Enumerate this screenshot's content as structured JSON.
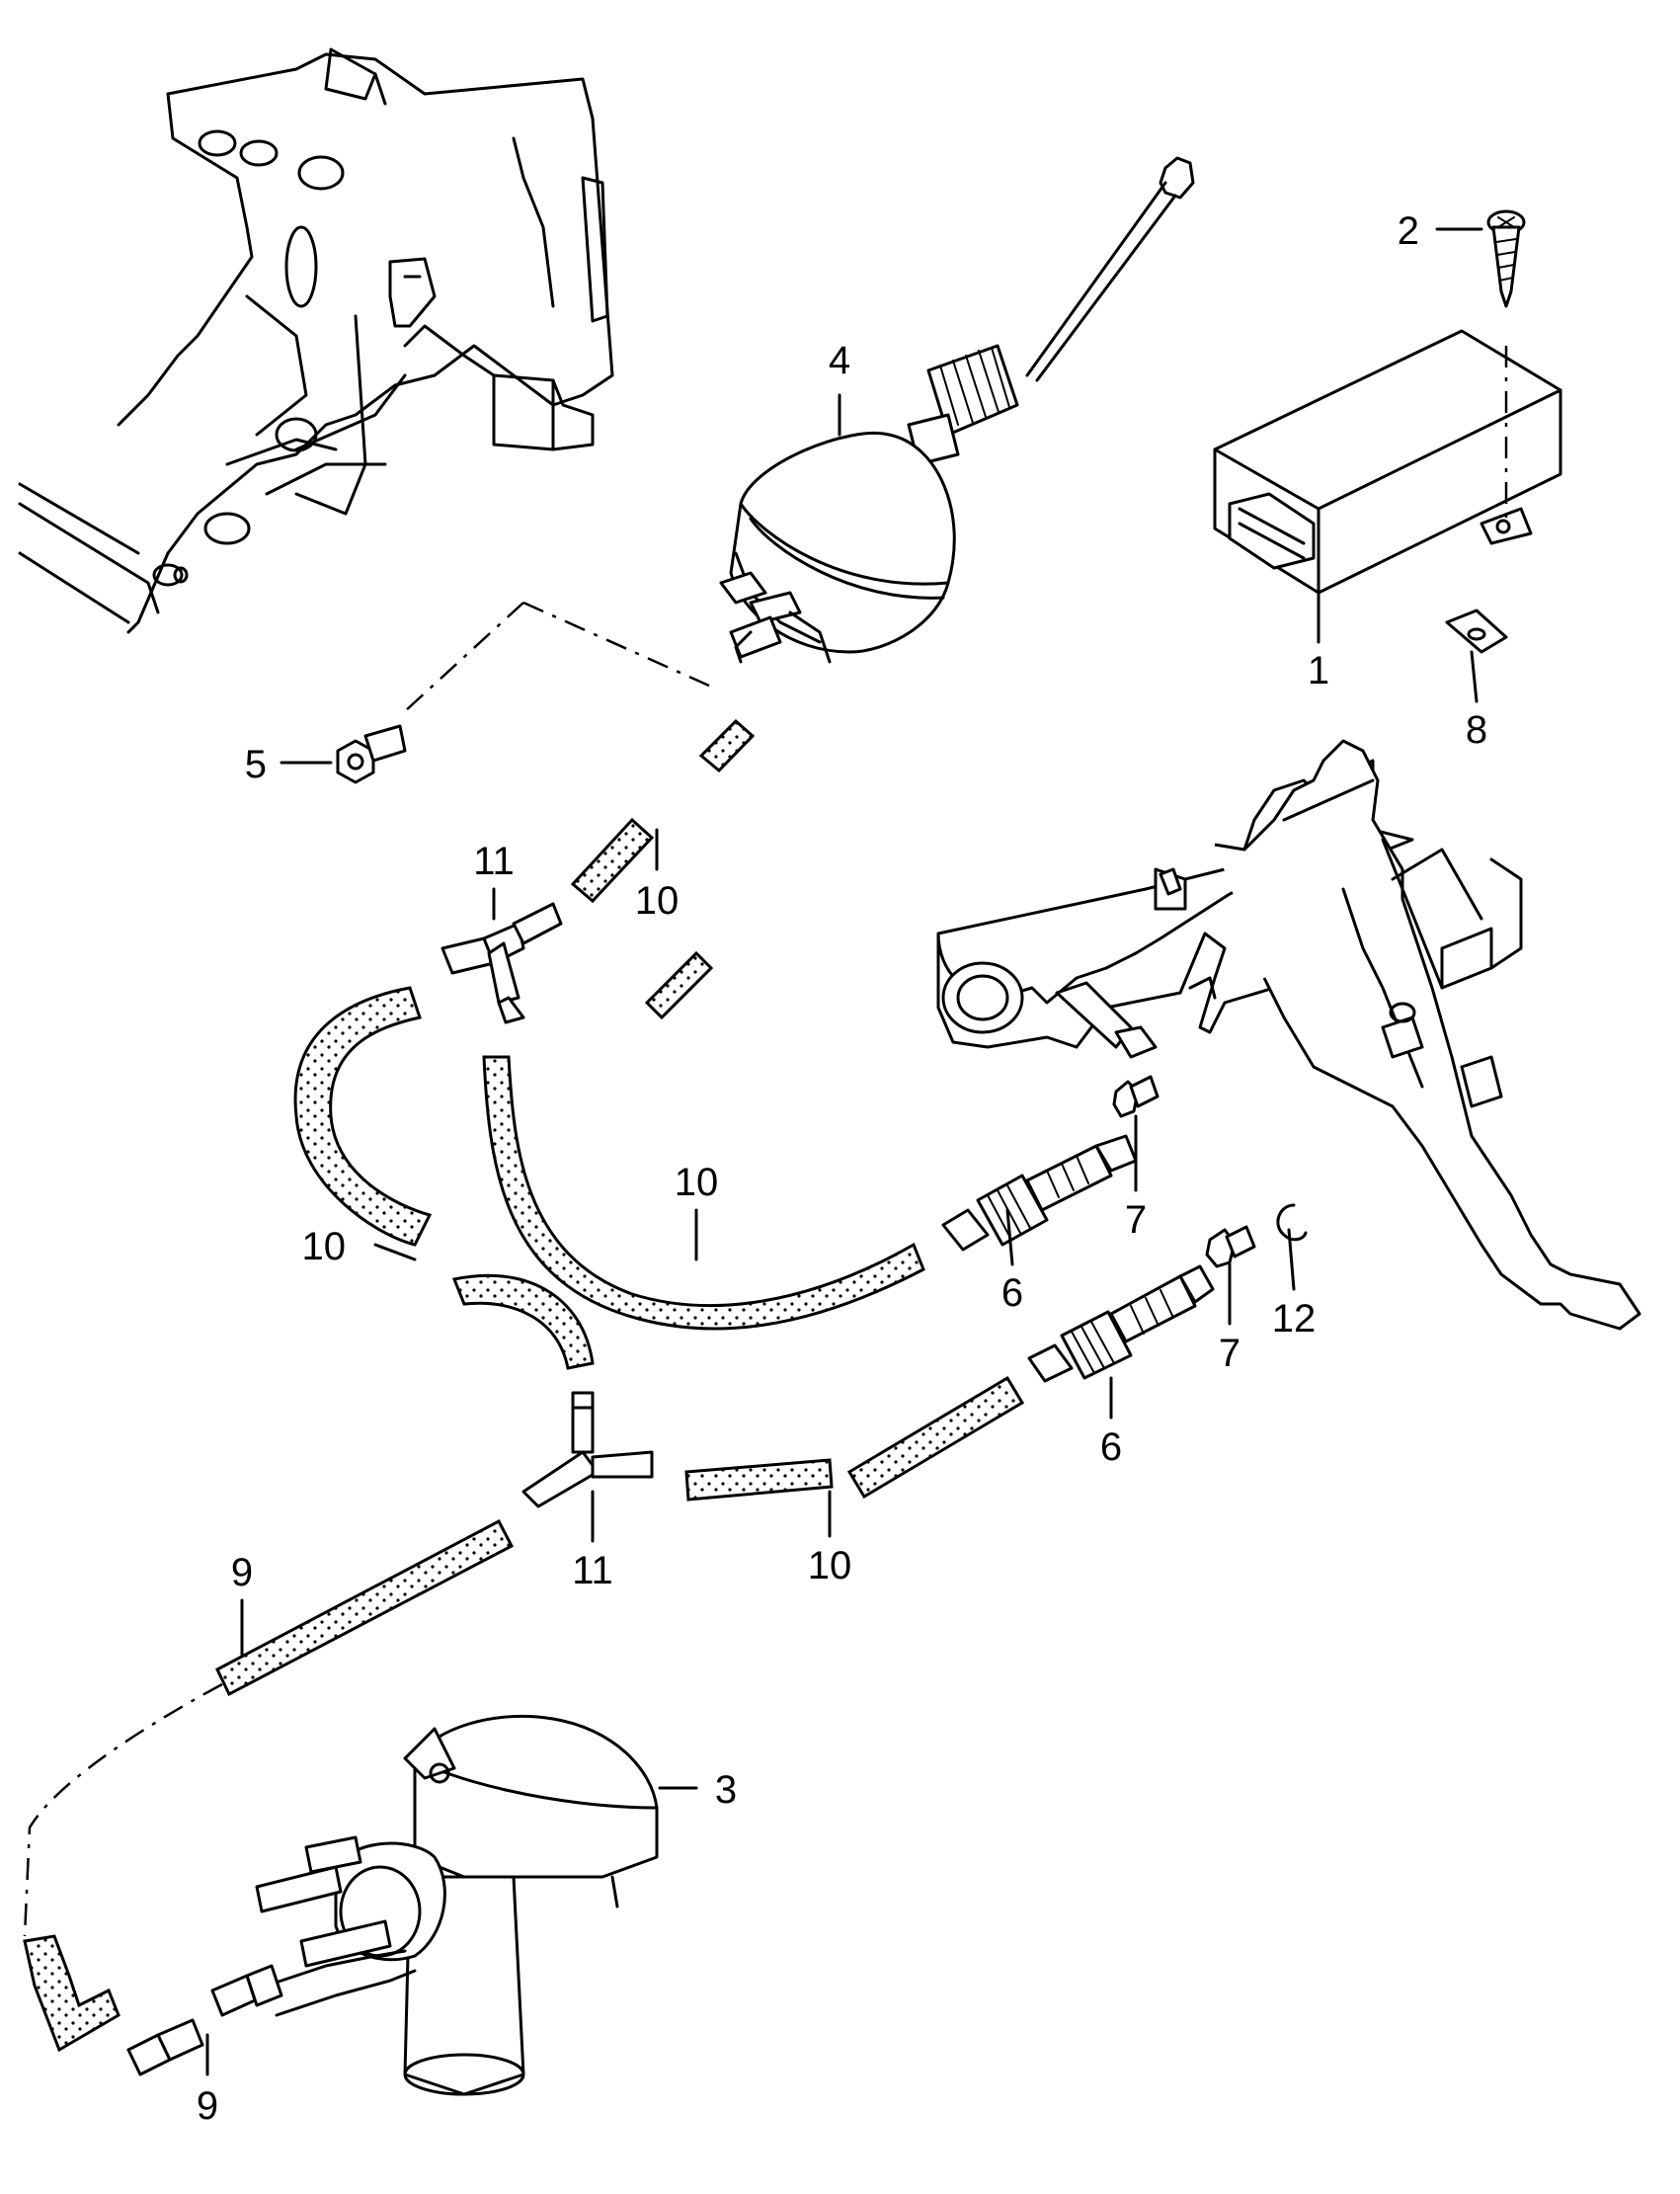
{
  "callouts": [
    {
      "id": "c1",
      "text": "1"
    },
    {
      "id": "c2",
      "text": "2"
    },
    {
      "id": "c3",
      "text": "3"
    },
    {
      "id": "c4",
      "text": "4"
    },
    {
      "id": "c5",
      "text": "5"
    },
    {
      "id": "c6a",
      "text": "6"
    },
    {
      "id": "c6b",
      "text": "6"
    },
    {
      "id": "c7a",
      "text": "7"
    },
    {
      "id": "c7b",
      "text": "7"
    },
    {
      "id": "c8",
      "text": "8"
    },
    {
      "id": "c9a",
      "text": "9"
    },
    {
      "id": "c9b",
      "text": "9"
    },
    {
      "id": "c10a",
      "text": "10"
    },
    {
      "id": "c10b",
      "text": "10"
    },
    {
      "id": "c10c",
      "text": "10"
    },
    {
      "id": "c10d",
      "text": "10"
    },
    {
      "id": "c11a",
      "text": "11"
    },
    {
      "id": "c11b",
      "text": "11"
    },
    {
      "id": "c12",
      "text": "12"
    }
  ]
}
